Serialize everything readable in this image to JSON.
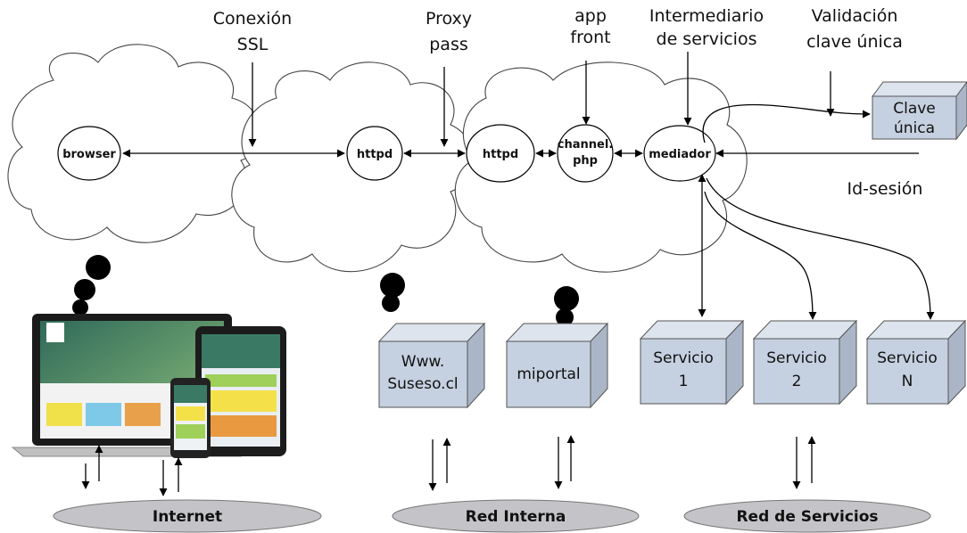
{
  "labels": {
    "ssl_line1": "Conexión",
    "ssl_line2": "SSL",
    "proxy_line1": "Proxy",
    "proxy_line2": "pass",
    "app_line1": "app",
    "app_line2": "front",
    "inter_line1": "Intermediario",
    "inter_line2": "de servicios",
    "valid_line1": "Validación",
    "valid_line2": "clave única",
    "id_sesion": "Id-sesión"
  },
  "nodes": {
    "browser": "browser",
    "httpd1": "httpd",
    "httpd2": "httpd",
    "channel_line1": "channel.",
    "channel_line2": "php",
    "mediador": "mediador"
  },
  "boxes": {
    "clave_line1": "Clave",
    "clave_line2": "única",
    "suseso_line1": "Www.",
    "suseso_line2": "Suseso.cl",
    "miportal": "miportal",
    "serv1_line1": "Servicio",
    "serv1_line2": "1",
    "serv2_line1": "Servicio",
    "serv2_line2": "2",
    "servn_line1": "Servicio",
    "servn_line2": "N"
  },
  "networks": {
    "internet": "Internet",
    "red_interna": "Red Interna",
    "red_servicios": "Red  de Servicios"
  },
  "colors": {
    "box_front": "#c5d0e0",
    "box_top": "#dde4ee",
    "box_side": "#aab6c8",
    "ellipse_fill": "#c4c4c8",
    "cloud_stroke": "#444444"
  }
}
